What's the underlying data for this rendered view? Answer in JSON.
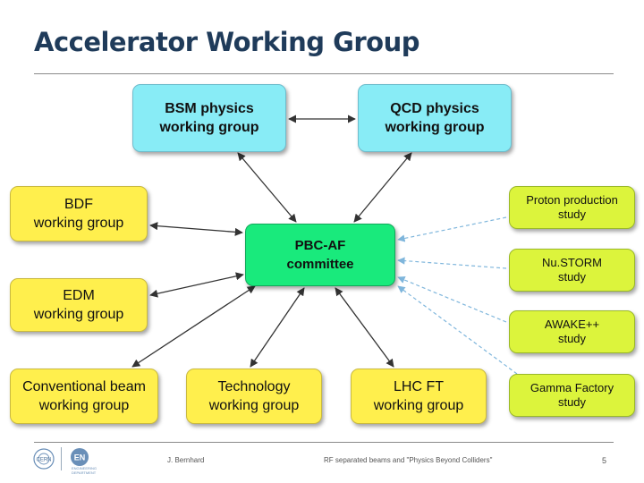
{
  "slide": {
    "title": "Accelerator Working Group",
    "page_number": "5"
  },
  "boxes": {
    "bsm": "BSM physics\nworking group",
    "qcd": "QCD physics\nworking group",
    "bdf": "BDF\nworking group",
    "edm": "EDM\nworking group",
    "conventional": "Conventional beam\nworking group",
    "technology": "Technology\nworking group",
    "lhcft": "LHC FT\nworking group",
    "pbc": "PBC-AF\ncommittee",
    "proton": "Proton production\nstudy",
    "nustorm": "Nu.STORM\nstudy",
    "awake": "AWAKE++\nstudy",
    "gamma": "Gamma Factory\nstudy"
  },
  "footer": {
    "author": "J. Bernhard",
    "talk": "RF separated beams and \"Physics Beyond Colliders\"",
    "logo_left": "CERN",
    "logo_right": "EN",
    "logo_right_sub": "ENGINEERING\nDEPARTMENT"
  },
  "colors": {
    "title": "#1f3b5a",
    "working_group": "#88ecf6",
    "working_group_yellow": "#ffef4d",
    "committee": "#19ea7c",
    "study": "#dcf43c",
    "study_arrow": "#7fb6dc"
  }
}
